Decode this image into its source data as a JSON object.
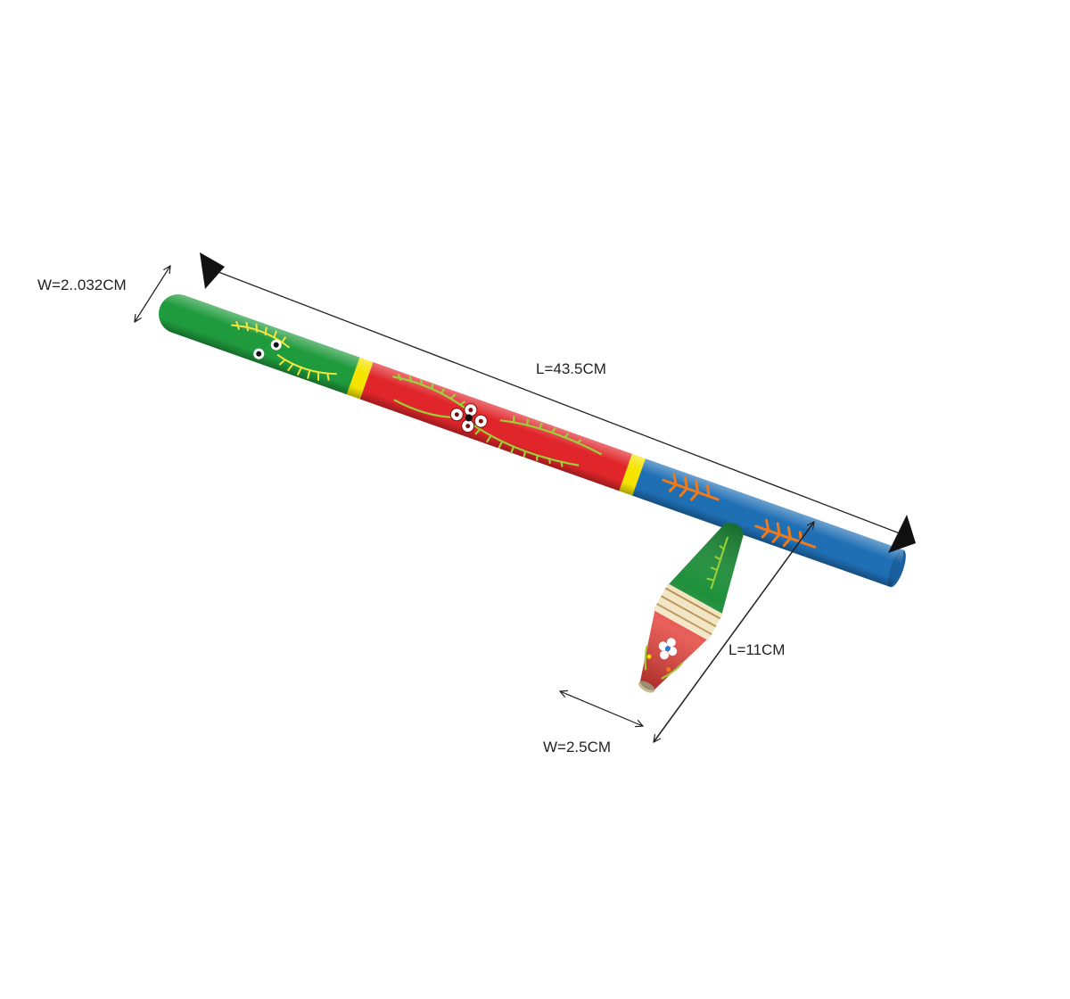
{
  "dimensions": {
    "stick_width": "W=2..032CM",
    "stick_length": "L=43.5CM",
    "top_length": "L=11CM",
    "top_width": "W=2.5CM"
  },
  "colors": {
    "background": "#ffffff",
    "annotation": "#231f20",
    "stick_green": "#1f9a3c",
    "stick_red": "#e0262a",
    "stick_blue": "#1f6fb5",
    "band_yellow": "#f4e400",
    "leaf_green": "#9bd03a",
    "leaf_orange": "#f07a1a",
    "top_red": "#e23a33",
    "top_green": "#1e8f3a",
    "top_cream": "#f1e3bf"
  }
}
